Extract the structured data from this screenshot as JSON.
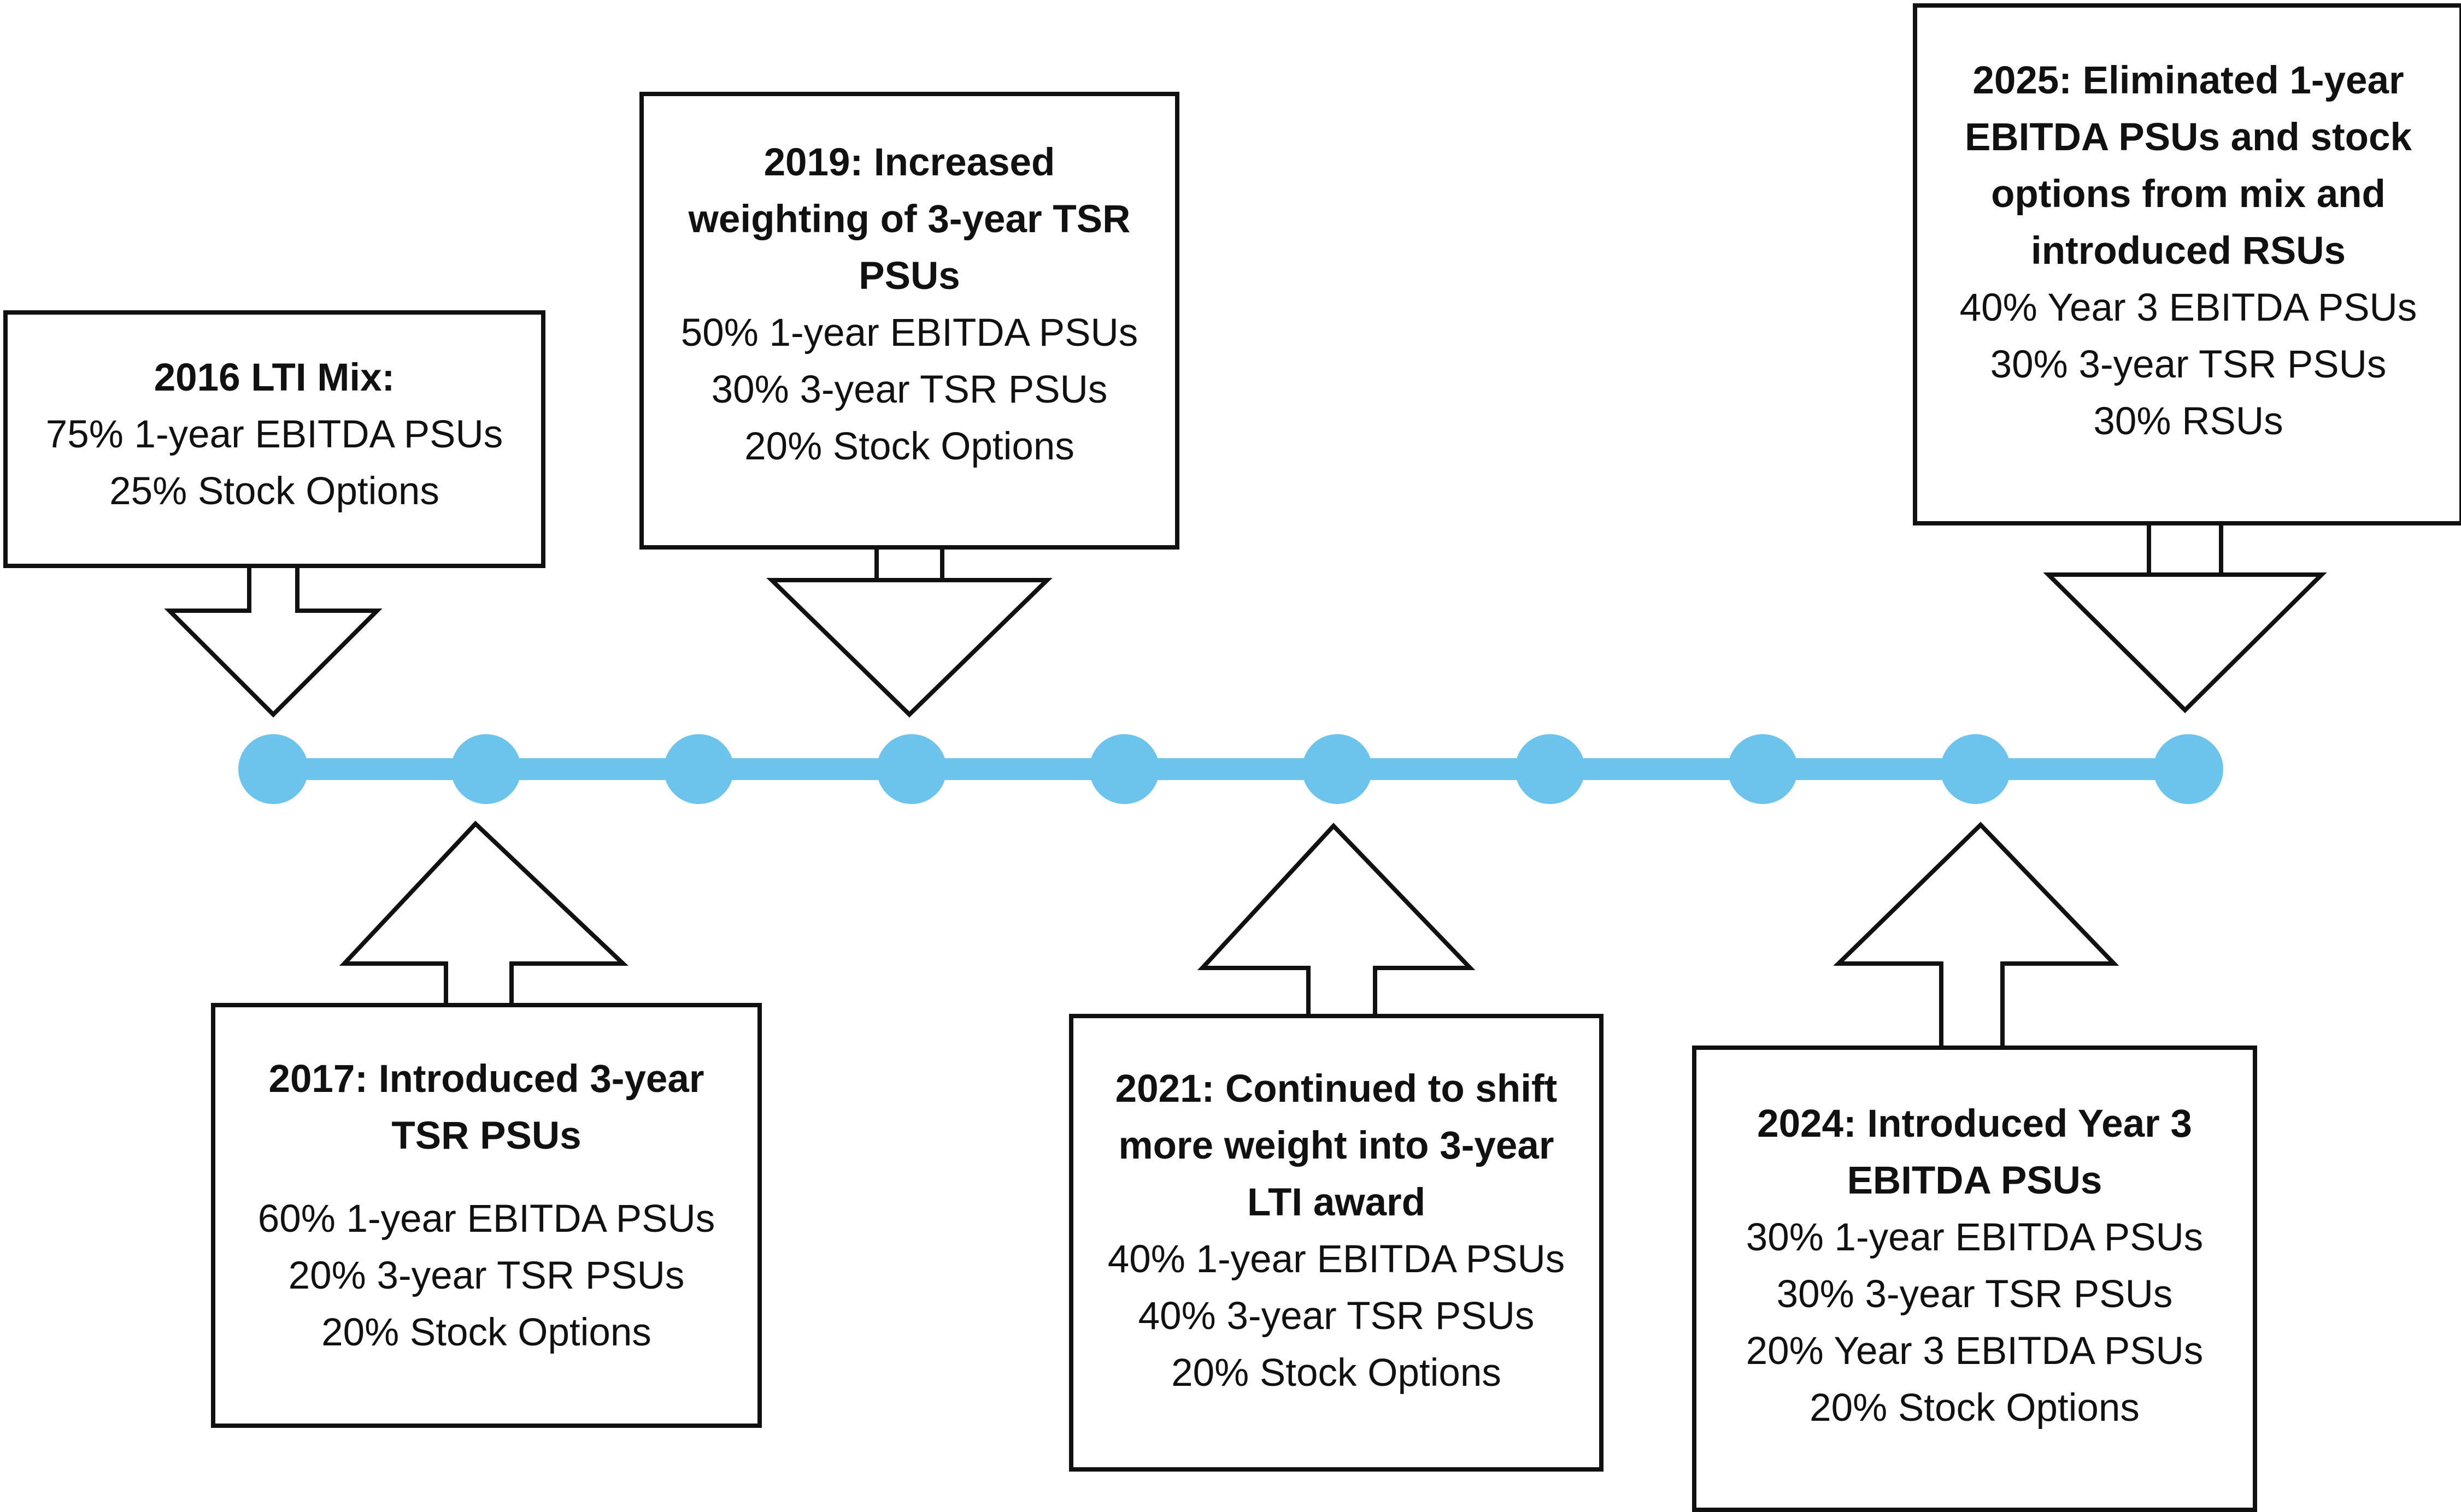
{
  "timeline": {
    "line_color": "#6cc4ec",
    "dot_color": "#6cc4ec",
    "dot_count": 10
  },
  "callouts": [
    {
      "id": "2016",
      "title": [
        "2016 LTI Mix:"
      ],
      "lines": [
        "75% 1-year EBITDA PSUs",
        "25% Stock Options"
      ]
    },
    {
      "id": "2017",
      "title": [
        "2017: Introduced 3-year",
        "TSR PSUs"
      ],
      "lines": [
        "60% 1-year EBITDA PSUs",
        "20% 3-year TSR PSUs",
        "20% Stock Options"
      ]
    },
    {
      "id": "2019",
      "title": [
        "2019: Increased",
        "weighting of 3-year TSR",
        "PSUs"
      ],
      "lines": [
        "50% 1-year EBITDA PSUs",
        "30% 3-year TSR PSUs",
        "20% Stock Options"
      ]
    },
    {
      "id": "2021",
      "title": [
        "2021: Continued to shift",
        "more weight into 3-year",
        "LTI award"
      ],
      "lines": [
        "40% 1-year EBITDA PSUs",
        "40% 3-year TSR PSUs",
        "20% Stock Options"
      ]
    },
    {
      "id": "2024",
      "title": [
        "2024: Introduced Year 3",
        "EBITDA PSUs"
      ],
      "lines": [
        "30% 1-year EBITDA PSUs",
        "30% 3-year TSR PSUs",
        "20% Year 3 EBITDA PSUs",
        "20% Stock Options"
      ]
    },
    {
      "id": "2025",
      "title": [
        "2025: Eliminated 1-year",
        "EBITDA PSUs and stock",
        "options from mix and",
        "introduced RSUs"
      ],
      "lines": [
        "40% Year 3 EBITDA PSUs",
        "30% 3-year TSR PSUs",
        "30% RSUs"
      ]
    }
  ]
}
